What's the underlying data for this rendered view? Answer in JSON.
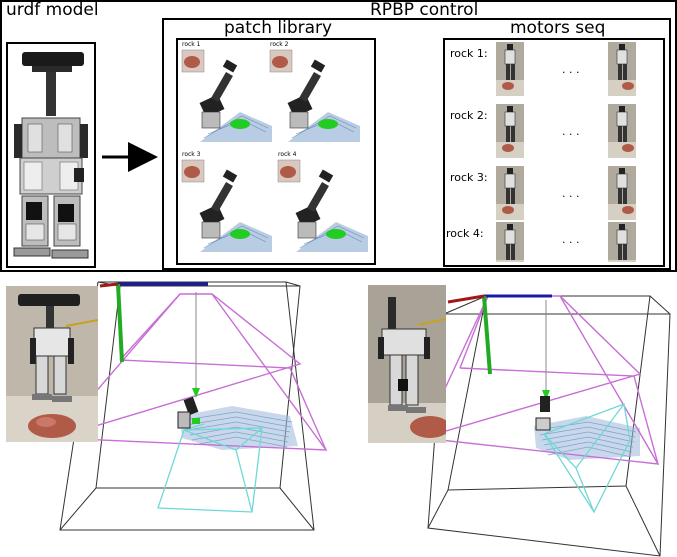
{
  "top": {
    "urdf_title": "urdf model",
    "rpbp_title": "RPBP control",
    "patch_title": "patch library",
    "motors_title": "motors seq"
  },
  "patches": [
    {
      "label": "rock 1"
    },
    {
      "label": "rock 2"
    },
    {
      "label": "rock 3"
    },
    {
      "label": "rock 4"
    }
  ],
  "motors": {
    "rows": [
      {
        "label": "rock 1:"
      },
      {
        "label": "rock 2:"
      },
      {
        "label": "rock 3:"
      },
      {
        "label": "rock 4:"
      }
    ],
    "ellipsis": ". . ."
  },
  "colors": {
    "frame": "#000000",
    "frustum": "#c86fd6",
    "grasp_box": "#6fd8d6",
    "axis_x": "#1a1aa6",
    "axis_y": "#22aa22",
    "axis_z": "#a01818",
    "point_cloud": "#9ab8d8",
    "rock": "#b05a48",
    "target_marker": "#22cc22"
  }
}
